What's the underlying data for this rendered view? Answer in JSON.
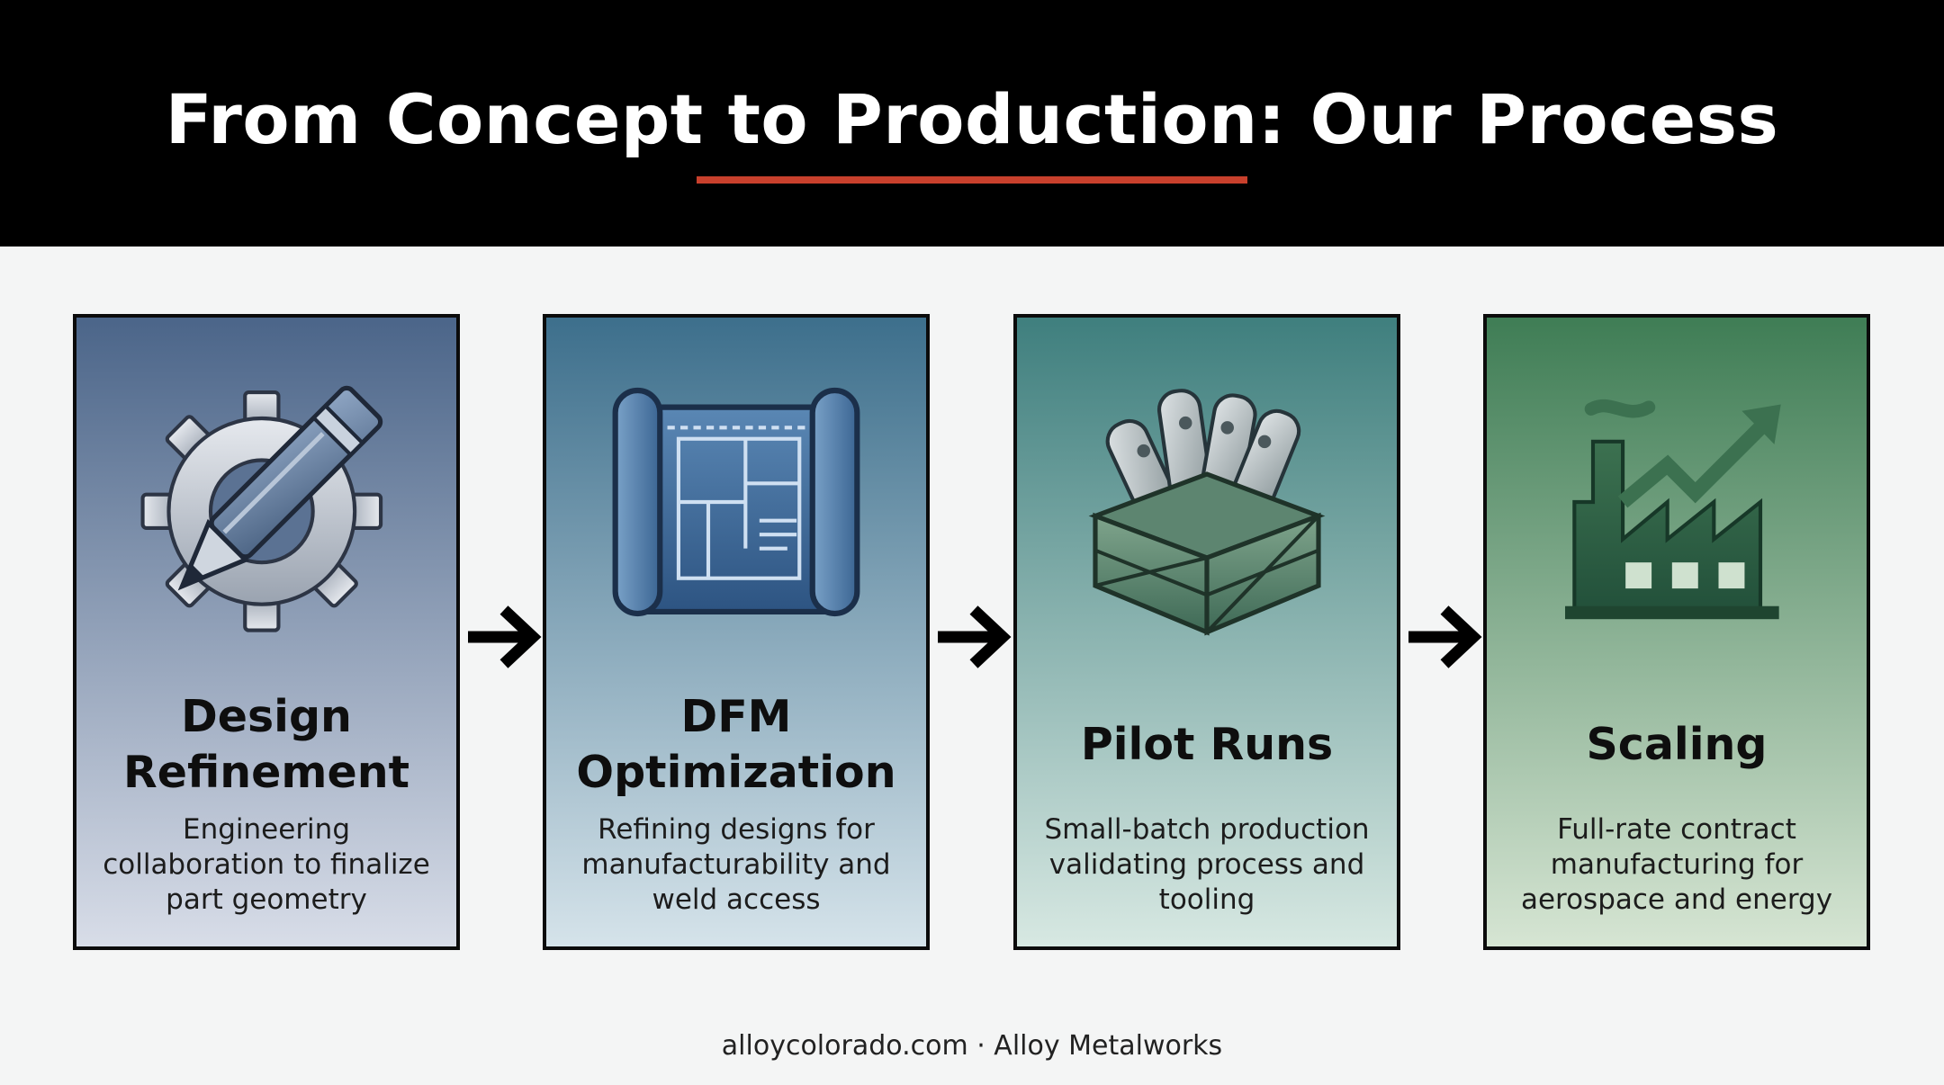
{
  "header": {
    "title": "From Concept to Production: Our Process",
    "accent_color": "#c8402c"
  },
  "steps": [
    {
      "title_lines": [
        "Design",
        "Refinement"
      ],
      "description": "Engineering collaboration to finalize part geometry",
      "icon": "gear-pencil-icon",
      "gradient": [
        "#4b6589",
        "#d8dde8"
      ]
    },
    {
      "title_lines": [
        "DFM",
        "Optimization"
      ],
      "description": "Refining designs for manufacturability and weld access",
      "icon": "blueprint-icon",
      "gradient": [
        "#3d6f8c",
        "#d5e3ea"
      ]
    },
    {
      "title_lines": [
        "Pilot Runs"
      ],
      "description": "Small-batch production validating process and tooling",
      "icon": "parts-crate-icon",
      "gradient": [
        "#3f7f7e",
        "#d7e8e2"
      ]
    },
    {
      "title_lines": [
        "Scaling"
      ],
      "description": "Full-rate contract manufacturing for aerospace and energy",
      "icon": "factory-growth-icon",
      "gradient": [
        "#3f7d55",
        "#d6e5d3"
      ]
    }
  ],
  "footer": {
    "text": "alloycolorado.com · Alloy Metalworks"
  }
}
